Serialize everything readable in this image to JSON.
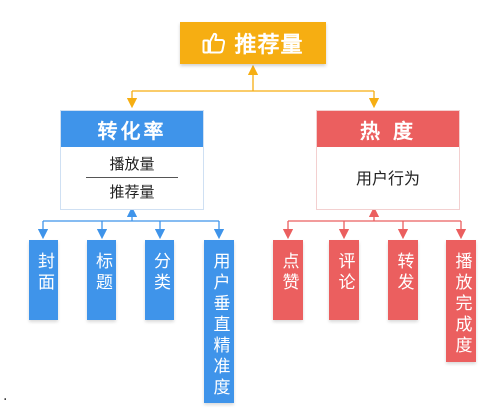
{
  "root": {
    "label": "推荐量",
    "icon": "thumbs-up-icon",
    "color": "#f6ae12"
  },
  "left_branch": {
    "label": "转化率",
    "numerator": "播放量",
    "denominator": "推荐量",
    "color": "#3f94ea",
    "children": [
      "封面",
      "标题",
      "分类",
      "用户垂直精准度"
    ]
  },
  "right_branch": {
    "label": "热 度",
    "subtitle": "用户行为",
    "color": "#eb5f5f",
    "children": [
      "点赞",
      "评论",
      "转发",
      "播放完成度"
    ]
  },
  "footnote": "."
}
